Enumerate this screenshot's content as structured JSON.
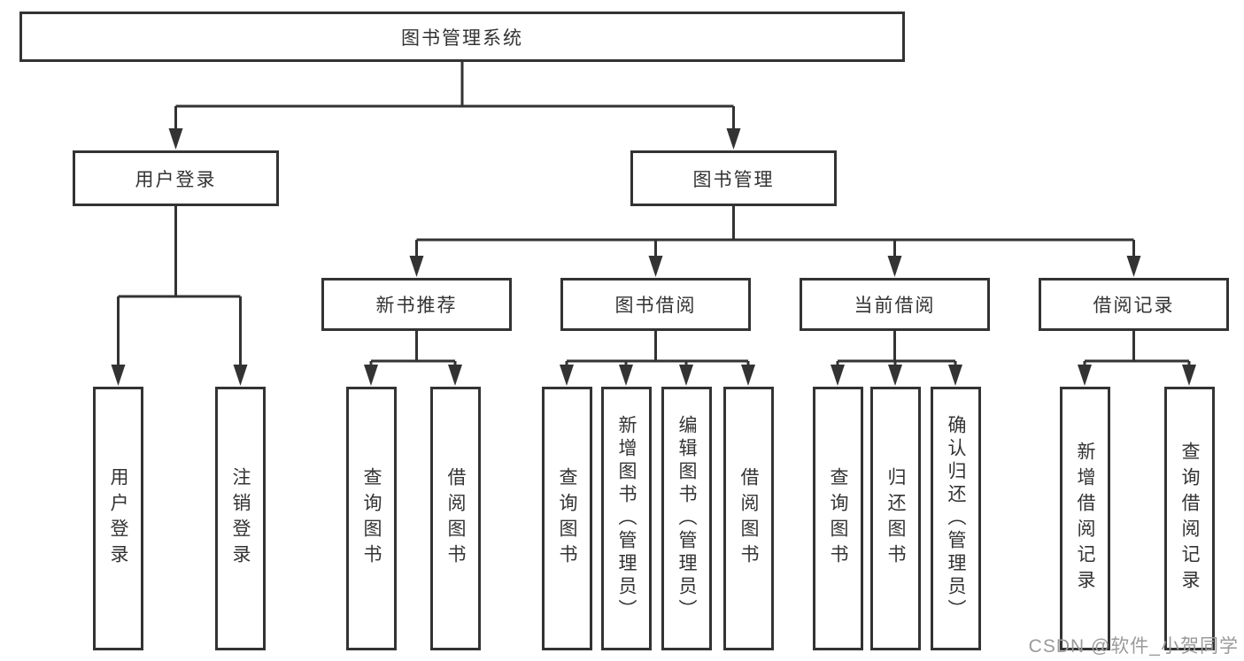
{
  "diagram": {
    "root": {
      "label": "图书管理系统"
    },
    "level1": [
      {
        "label": "用户登录"
      },
      {
        "label": "图书管理"
      }
    ],
    "level2": [
      {
        "label": "新书推荐"
      },
      {
        "label": "图书借阅"
      },
      {
        "label": "当前借阅"
      },
      {
        "label": "借阅记录"
      }
    ],
    "leaves": {
      "login": [
        "用户登录",
        "注销登录"
      ],
      "newbook": [
        "查询图书",
        "借阅图书"
      ],
      "borrow": [
        "查询图书",
        "新增图书（管理员）",
        "编辑图书（管理员）",
        "借阅图书"
      ],
      "current": [
        "查询图书",
        "归还图书",
        "确认归还（管理员）"
      ],
      "records": [
        "新增借阅记录",
        "查询借阅记录"
      ]
    }
  },
  "watermark": {
    "text": "CSDN @软件_小贺同学"
  },
  "colors": {
    "line": "#333333",
    "text": "#333333",
    "background": "#ffffff",
    "watermark": "#9a9a9a"
  }
}
